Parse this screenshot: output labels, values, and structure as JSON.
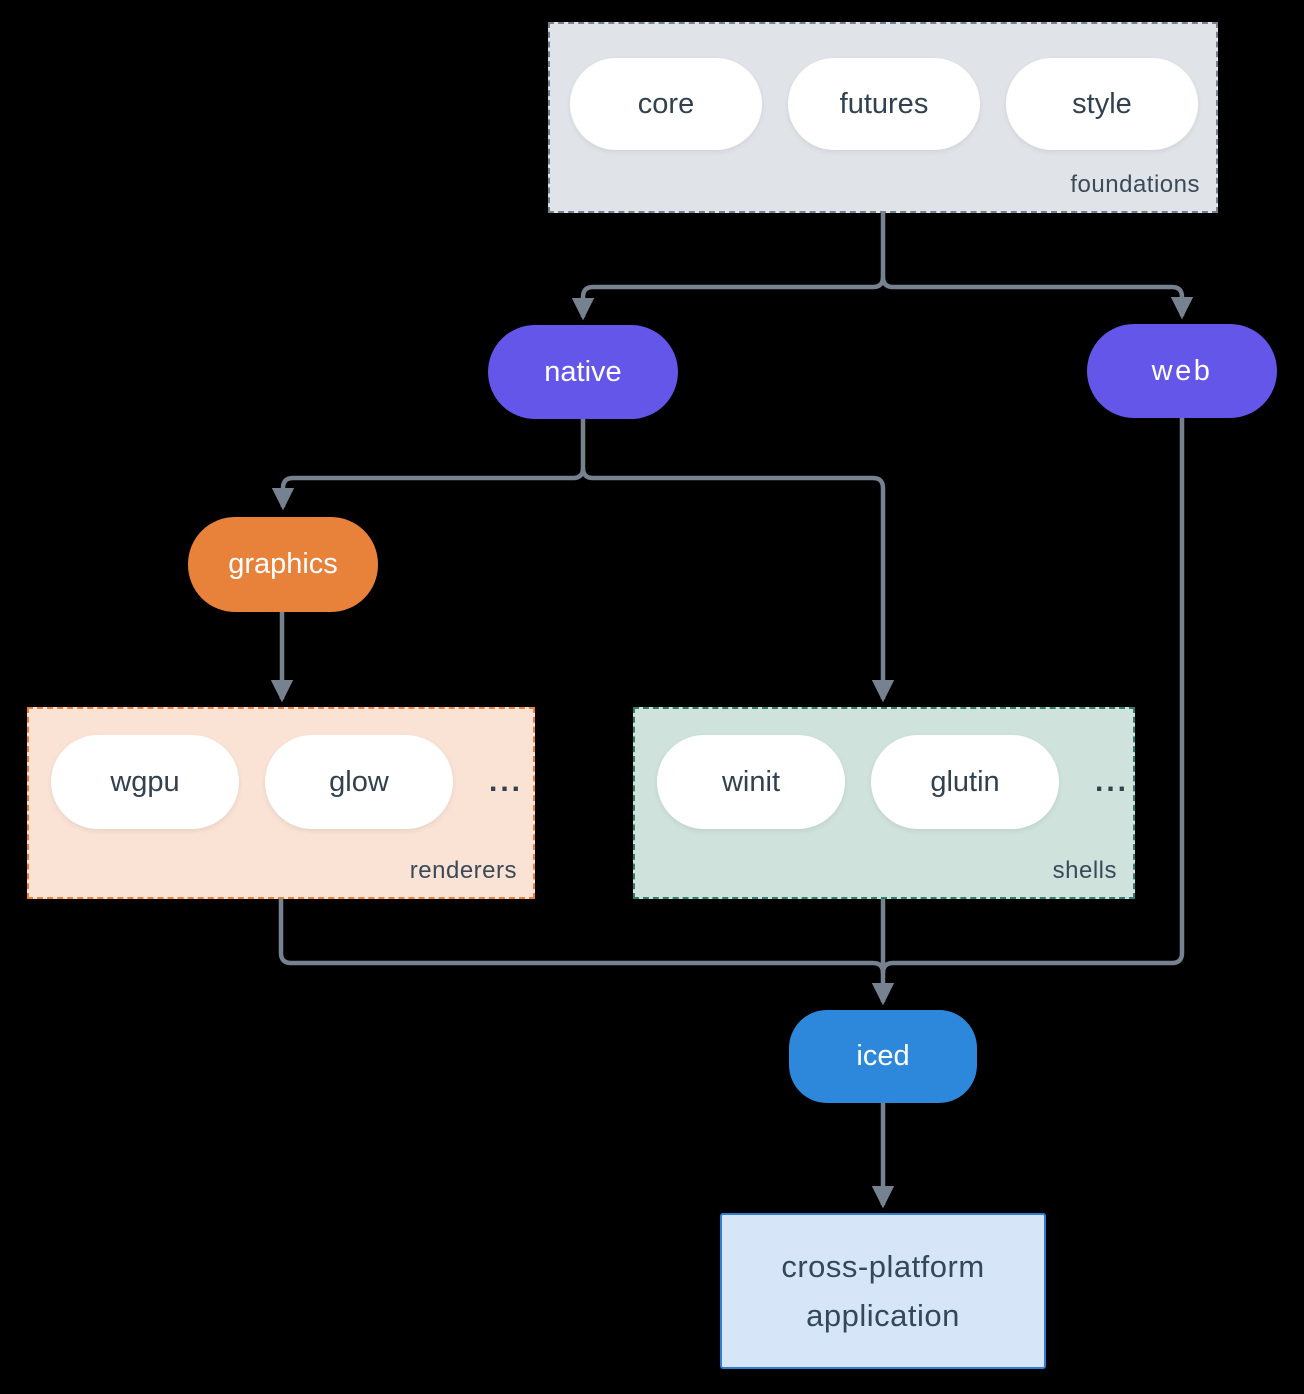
{
  "diagram": {
    "groups": {
      "foundations": {
        "label": "foundations",
        "pills": [
          "core",
          "futures",
          "style"
        ]
      },
      "renderers": {
        "label": "renderers",
        "pills": [
          "wgpu",
          "glow"
        ],
        "ellipsis": "..."
      },
      "shells": {
        "label": "shells",
        "pills": [
          "winit",
          "glutin"
        ],
        "ellipsis": "..."
      }
    },
    "nodes": {
      "native": "native",
      "web": "web",
      "graphics": "graphics",
      "iced": "iced",
      "application": {
        "line1": "cross-platform",
        "line2": "application"
      }
    },
    "colors": {
      "background": "#000000",
      "arrow": "#76828F",
      "purple_node": "#6456E8",
      "orange_node": "#E8823B",
      "blue_node": "#2D87DB",
      "pill_fill": "#FFFFFF",
      "dark_text": "#31414F",
      "label_text": "#3A4A59",
      "foundations_fill": "#E0E4E8",
      "foundations_border": "#76828F",
      "renderers_fill": "#FAE3D5",
      "renderers_border": "#E8823B",
      "shells_fill": "#CFE2DC",
      "shells_border": "#2E7D6E",
      "application_fill": "#D6E6F8",
      "application_border": "#2F7FD0"
    }
  }
}
